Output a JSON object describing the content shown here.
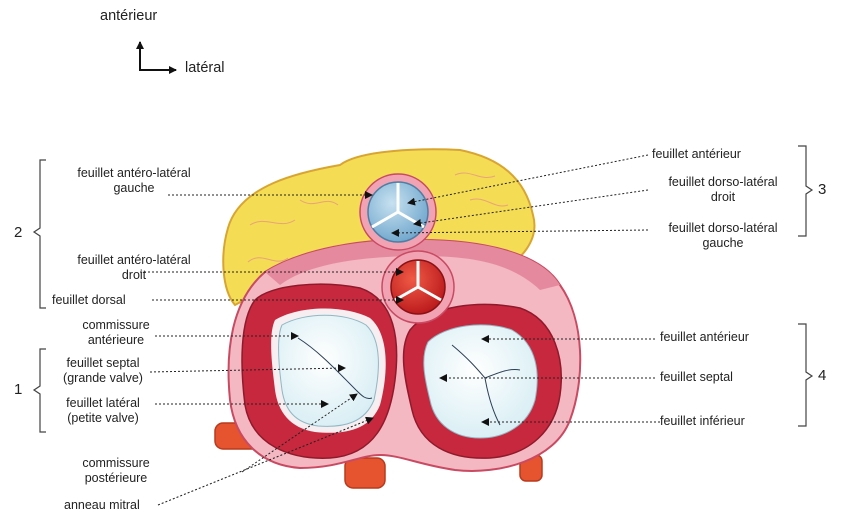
{
  "orientation": {
    "anterior": "antérieur",
    "lateral": "latéral"
  },
  "groups": {
    "g1": "1",
    "g2": "2",
    "g3": "3",
    "g4": "4"
  },
  "labels": {
    "aortic_anterolateral_left": "feuillet antéro-latéral\ngauche",
    "aortic_anterolateral_right": "feuillet antéro-latéral\ndroit",
    "aortic_dorsal": "feuillet dorsal",
    "commissure_anterior": "commissure\nantérieure",
    "mitral_septal": "feuillet septal\n(grande valve)",
    "mitral_lateral": "feuillet latéral\n(petite valve)",
    "commissure_posterior": "commissure\npostérieure",
    "mitral_ring": "anneau mitral",
    "pulmonary_anterior": "feuillet antérieur",
    "pulmonary_dorsolateral_right": "feuillet dorso-latéral\ndroit",
    "pulmonary_dorsolateral_left": "feuillet dorso-latéral\ngauche",
    "tricuspid_anterior": "feuillet antérieur",
    "tricuspid_septal": "feuillet septal",
    "tricuspid_inferior": "feuillet  inférieur"
  },
  "colors": {
    "fat": "#f4dc55",
    "myocardium": "#f3b8c2",
    "ventricle": "#c8283e",
    "valve_leaflet": "#eef7fa",
    "pulmonary_valve": "#8cbcd9",
    "aortic_valve": "#d7261e",
    "vessel": "#e5532f"
  },
  "icons": [
    "anterior-arrow-icon",
    "lateral-arrow-icon"
  ]
}
